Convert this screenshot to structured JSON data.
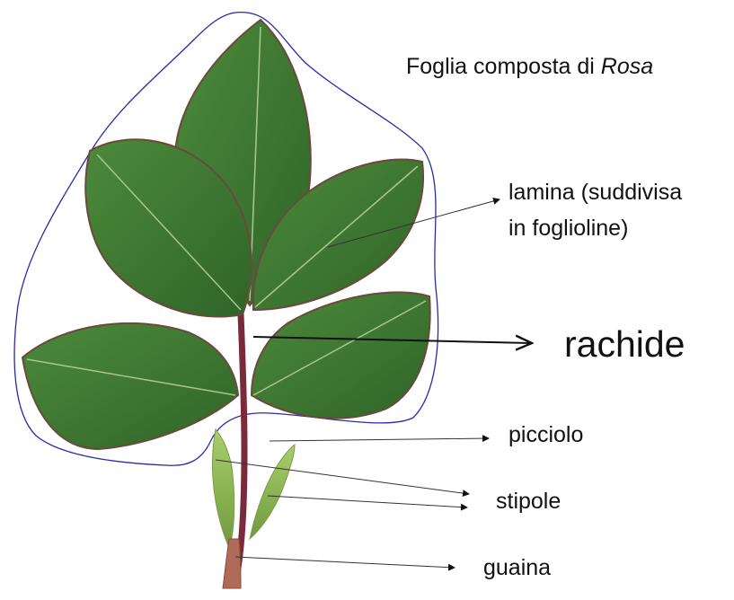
{
  "title": {
    "prefix": "Foglia composta di ",
    "genus": "Rosa"
  },
  "labels": {
    "lamina_line1": "lamina (suddivisa",
    "lamina_line2": "in foglioline)",
    "rachide": "rachide",
    "picciolo": "picciolo",
    "stipole": "stipole",
    "guaina": "guaina"
  },
  "colors": {
    "outline": "#2a2aa8",
    "leaf": "#3f7a33",
    "leaf_dark": "#2c5a24",
    "leaf_edge": "#6a4a3a",
    "rachis": "#7a2a3a",
    "stipule": "#8fb85a",
    "arrow": "#111111"
  }
}
